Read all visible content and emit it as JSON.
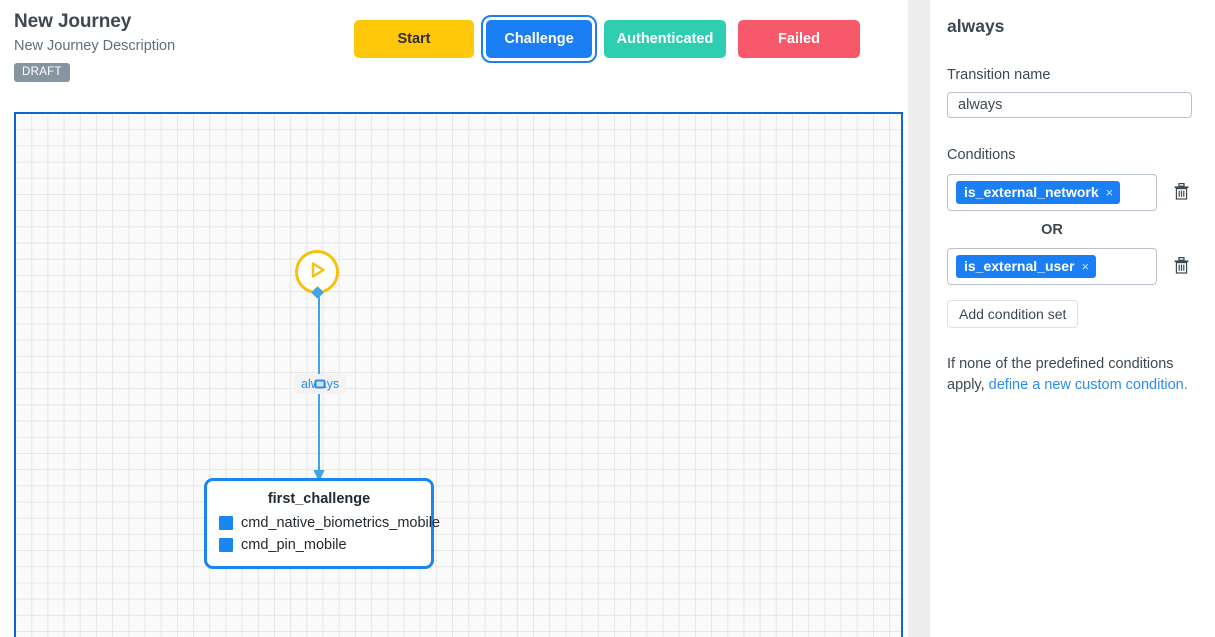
{
  "header": {
    "title": "New Journey",
    "subtitle": "New Journey Description",
    "badge": "DRAFT"
  },
  "state_buttons": [
    {
      "label": "Start",
      "color": "#ffc709",
      "text_color": "#2f2f2f",
      "selected": false
    },
    {
      "label": "Challenge",
      "color": "#1a7ff5",
      "text_color": "#ffffff",
      "selected": true
    },
    {
      "label": "Authenticated",
      "color": "#2ecfb0",
      "text_color": "#ffffff",
      "selected": false
    },
    {
      "label": "Failed",
      "color": "#f8596a",
      "text_color": "#ffffff",
      "selected": false
    }
  ],
  "canvas": {
    "border_color": "#1266c7",
    "start_node": {
      "icon": "play-icon",
      "color": "#f7c10c"
    },
    "edge": {
      "label": "always",
      "color": "#3da5e8"
    },
    "challenge_node": {
      "title": "first_challenge",
      "border_color": "#1a86f0",
      "items": [
        {
          "label": "cmd_native_biometrics_mobile",
          "swatch_color": "#1a86f0"
        },
        {
          "label": "cmd_pin_mobile",
          "swatch_color": "#1a86f0"
        }
      ]
    }
  },
  "panel": {
    "title": "always",
    "transition_name_label": "Transition name",
    "transition_name_value": "always",
    "transition_name_placeholder": "Transition name",
    "conditions_label": "Conditions",
    "condition_sets": [
      {
        "chip": "is_external_network",
        "remove_icon": "×",
        "delete_icon": "trash-icon"
      },
      {
        "chip": "is_external_user",
        "remove_icon": "×",
        "delete_icon": "trash-icon"
      }
    ],
    "or_separator": "OR",
    "add_condition_set_label": "Add condition set",
    "hint_prefix": "If none of the predefined conditions apply, ",
    "hint_link": "define a new custom condition.",
    "chip_color": "#1a7ff5",
    "link_color": "#2d8cf0"
  }
}
